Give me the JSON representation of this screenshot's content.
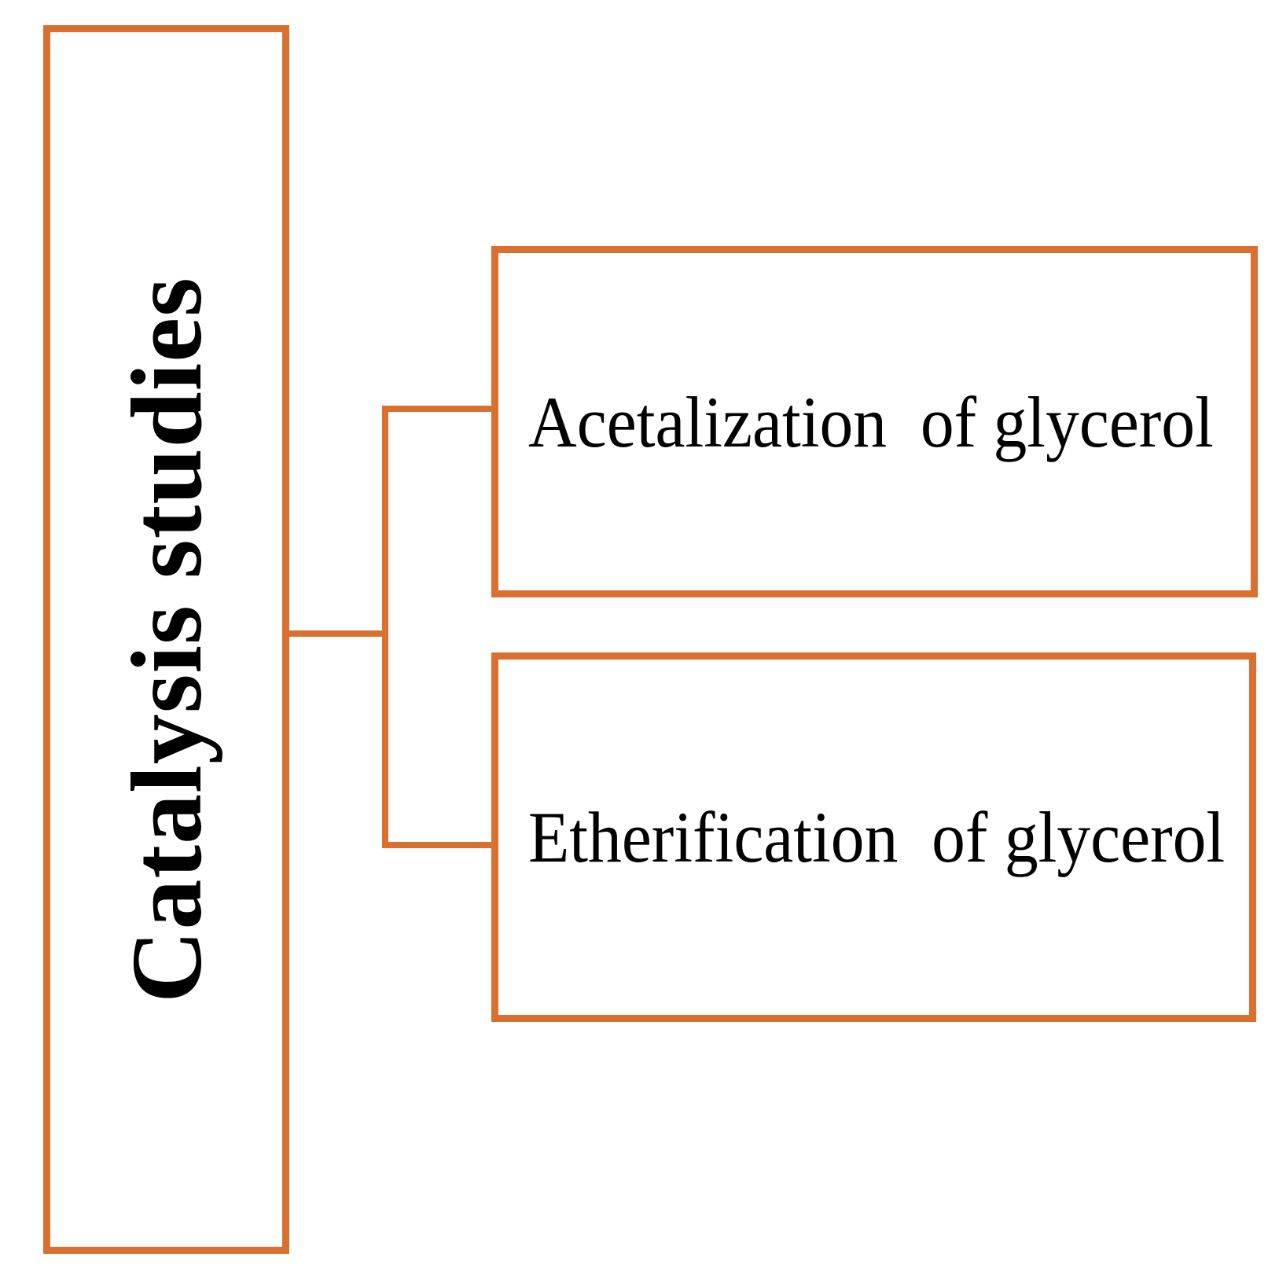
{
  "diagram": {
    "type": "tree",
    "orientation": "left-to-right",
    "accent_color": "#d9702f",
    "text_color": "#000000",
    "background_color": "#ffffff",
    "root": {
      "label": "Catalysis studies",
      "text_orientation": "vertical-bottom-to-top",
      "font_weight": "bold"
    },
    "branches": [
      {
        "label": "Acetalization  of glycerol"
      },
      {
        "label": "Etherification  of glycerol"
      }
    ],
    "connectors": [
      {
        "name": "root-stem",
        "from": "root",
        "to": "spine"
      },
      {
        "name": "spine",
        "from": "branch-0-junction",
        "to": "branch-1-junction"
      },
      {
        "name": "branch-0-link",
        "from": "spine",
        "to": "branch-0"
      },
      {
        "name": "branch-1-link",
        "from": "spine",
        "to": "branch-1"
      }
    ]
  }
}
